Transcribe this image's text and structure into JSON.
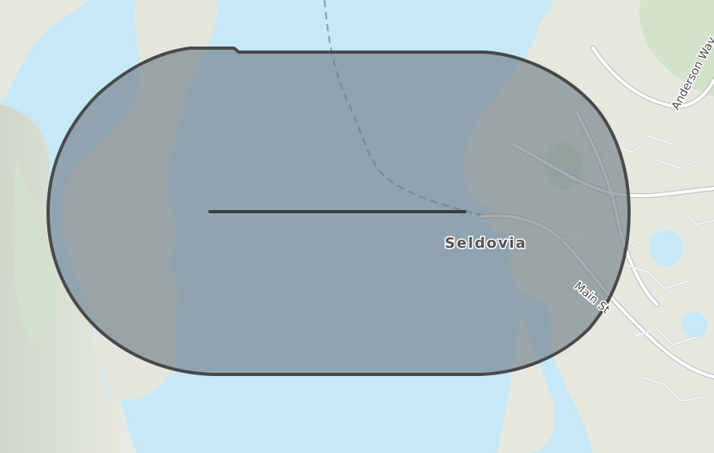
{
  "map": {
    "place_labels": {
      "town": "Seldovia",
      "road_main": "Main St",
      "road_anderson": "Anderson Way"
    },
    "colors": {
      "water": "#c6e8f7",
      "land": "#e4e8df",
      "land_green": "#d3e2cb",
      "roads": "#ffffff",
      "road_casing": "#b8b8b8",
      "ferry_route": "#8c9aa4",
      "buffer_fill": "#6e7b84",
      "buffer_stroke": "#4a4a4a",
      "line_feature": "#3d3d3d",
      "label_text": "#5a5050"
    },
    "features": {
      "buffer_polygon": "buffer-polygon",
      "input_line": "sketch-line",
      "ferry_route": "dashed-ferry-route"
    }
  }
}
